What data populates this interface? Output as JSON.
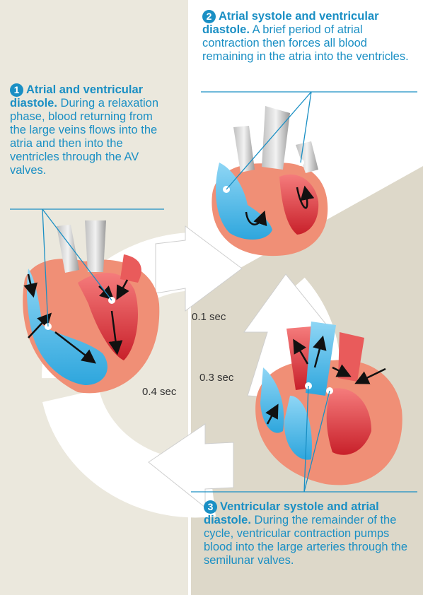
{
  "steps": [
    {
      "number": "1",
      "heading": "Atrial and ventricular diastole.",
      "body": "During a relaxation phase, blood returning from the large veins flows into the atria and then into the ventricles through the AV valves."
    },
    {
      "number": "2",
      "heading": "Atrial systole and ventricular diastole.",
      "body": "A brief period of atrial contraction then forces all blood remaining in the atria into the ventricles."
    },
    {
      "number": "3",
      "heading": "Ventricular systole and atrial diastole.",
      "body": "During the remainder of the cycle, ventricular contraction pumps blood into the large arteries through the semilunar valves."
    }
  ],
  "durations": {
    "atrial_systole": "0.1 sec",
    "ventricular_systole": "0.3 sec",
    "diastole": "0.4 sec"
  },
  "colors": {
    "caption_blue": "#1a8fc4",
    "panel_beige": "#ebe8dd",
    "panel_taupe": "#ddd8c9",
    "oxygen_poor_blood": "#4db8e8",
    "oxygen_rich_blood": "#e23b3b",
    "heart_tissue": "#f08f76"
  }
}
